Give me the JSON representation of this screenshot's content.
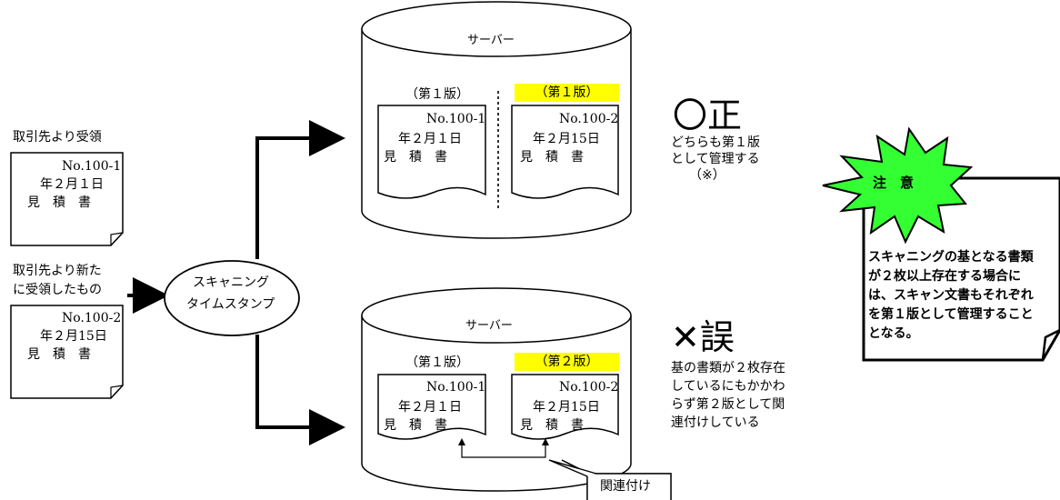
{
  "left": {
    "received_label": "取引先より受領",
    "received_new_label": [
      "取引先より新た",
      "に受領したもの"
    ],
    "doc1": {
      "number": "No.100-1",
      "date": "年２月１日",
      "title": "見　積　書"
    },
    "doc2": {
      "number": "No.100-2",
      "date": "年２月15日",
      "title": "見　積　書"
    }
  },
  "process": {
    "label": [
      "スキャニング",
      "タイムスタンプ"
    ]
  },
  "server_top": {
    "title": "サーバー",
    "doc_a_version": "（第１版）",
    "doc_b_version": "（第１版）",
    "doc_a": {
      "number": "No.100-1",
      "date": "年２月１日",
      "title": "見　積　書"
    },
    "doc_b": {
      "number": "No.100-2",
      "date": "年２月15日",
      "title": "見　積　書"
    }
  },
  "server_bottom": {
    "title": "サーバー",
    "doc_a_version": "（第１版）",
    "doc_b_version": "（第２版）",
    "doc_a": {
      "number": "No.100-1",
      "date": "年２月１日",
      "title": "見　積　書"
    },
    "doc_b": {
      "number": "No.100-2",
      "date": "年２月15日",
      "title": "見　積　書"
    },
    "callout": "関連付け"
  },
  "correct": {
    "symbol": "〇正",
    "lines": [
      "どちらも第１版",
      "として管理する",
      "（※）"
    ]
  },
  "wrong": {
    "symbol": "✕誤",
    "lines": [
      "基の書類が２枚存在",
      "しているにもかかわ",
      "らず第２版として関",
      "連付けしている"
    ]
  },
  "note": {
    "badge": "注　意",
    "lines": [
      "スキャニングの基となる書類",
      "が２枚以上存在する場合に",
      "は、スキャン文書もそれぞれ",
      "を第１版として管理すること",
      "となる。"
    ]
  },
  "colors": {
    "highlight": "#ffff00",
    "burst": "#33ff33"
  }
}
